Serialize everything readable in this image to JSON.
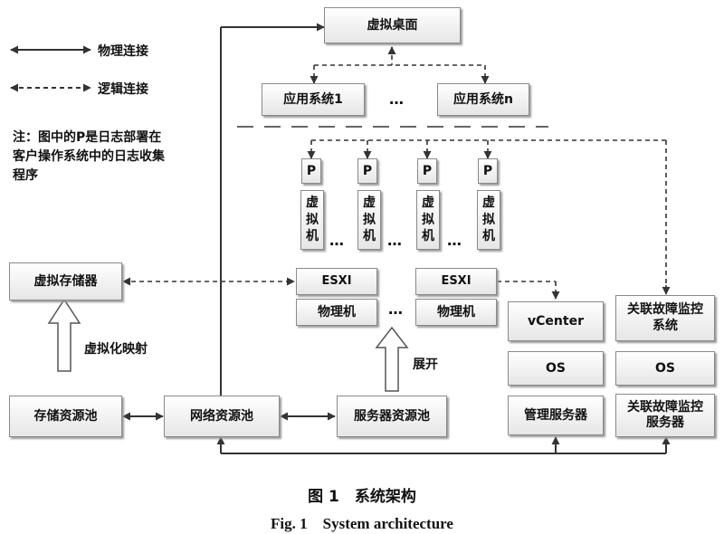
{
  "legend": {
    "physical": "物理连接",
    "logical": "逻辑连接",
    "note": "注：图中的P是日志部署在客户操作系统中的日志收集程序"
  },
  "nodes": {
    "virtual_desktop": "虚拟桌面",
    "app_system_1": "应用系统1",
    "app_system_n": "应用系统n",
    "agent_p": "P",
    "vm": [
      "虚",
      "拟",
      "机"
    ],
    "esxi": "ESXI",
    "physical_machine": "物理机",
    "virtual_storage": "虚拟存储器",
    "vcenter": "vCenter",
    "os": "OS",
    "fault_monitor_system": [
      "关联故障监控",
      "系统"
    ],
    "fault_monitor_server": [
      "关联故障监控",
      "服务器"
    ],
    "management_server": "管理服务器",
    "storage_pool": "存储资源池",
    "network_pool": "网络资源池",
    "server_pool": "服务器资源池"
  },
  "labels": {
    "virtualization_mapping": "虚拟化映射",
    "expand": "展开",
    "ellipsis": "…"
  },
  "caption": {
    "cn": "图 1　系统架构",
    "en": "Fig. 1　System architecture"
  }
}
